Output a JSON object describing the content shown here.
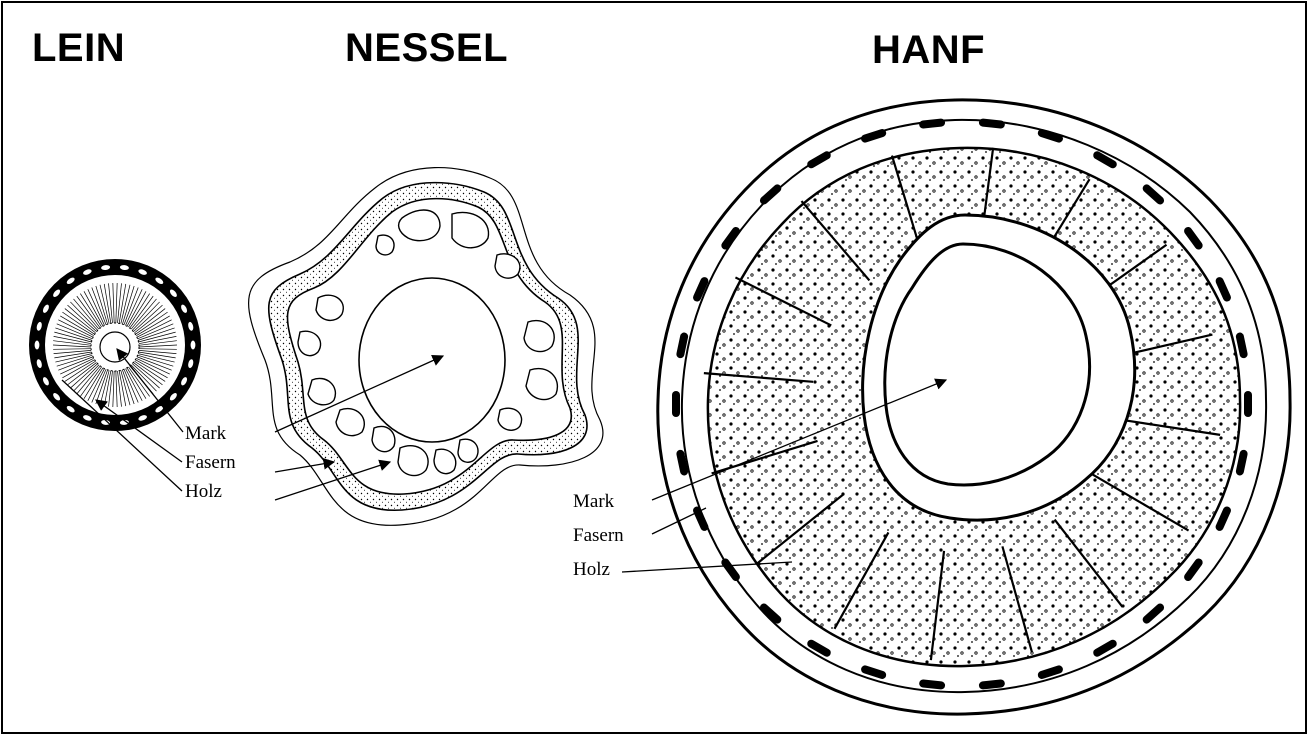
{
  "titles": {
    "lein": "LEIN",
    "nessel": "NESSEL",
    "hanf": "HANF"
  },
  "lein_labels": [
    "Mark",
    "Fasern",
    "Holz"
  ],
  "nessel_labels": [],
  "hanf_labels": [
    "Mark",
    "Fasern",
    "Holz"
  ],
  "colors": {
    "ink": "#000000",
    "background": "#ffffff"
  }
}
